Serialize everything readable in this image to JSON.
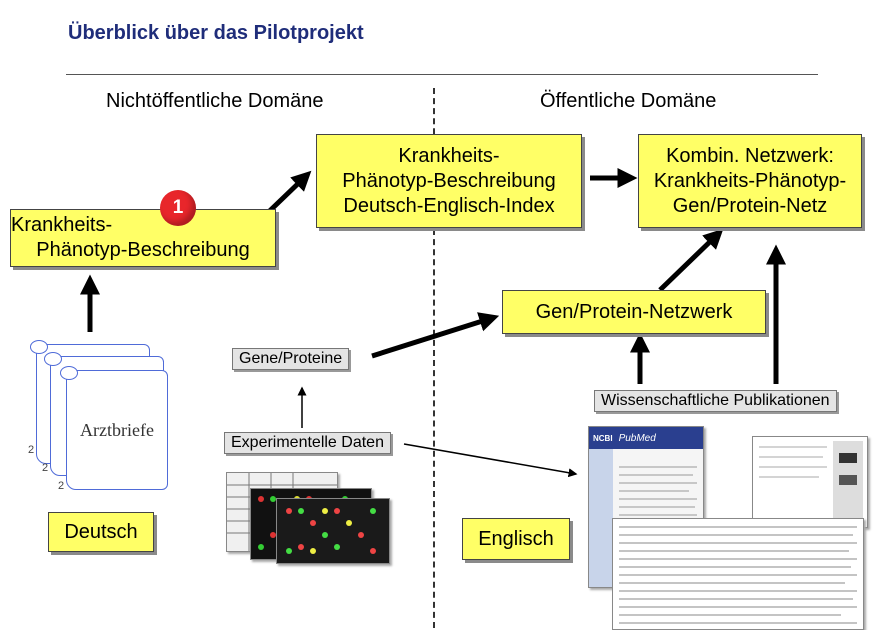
{
  "title": "Überblick über das Pilotprojekt",
  "domains": {
    "private": "Nichtöffentliche Domäne",
    "public": "Öffentliche Domäne"
  },
  "boxes": {
    "phenotype_description": [
      "Krankheits-",
      "Phänotyp-Beschreibung"
    ],
    "index": [
      "Krankheits-",
      "Phänotyp-Beschreibung",
      "Deutsch-Englisch-Index"
    ],
    "combined_network": [
      "Kombin. Netzwerk:",
      "Krankheits-Phänotyp-",
      "Gen/Protein-Netz"
    ],
    "gene_protein_network": "Gen/Protein-Netzwerk",
    "language_de": "Deutsch",
    "language_en": "Englisch"
  },
  "badge": "1",
  "labels": {
    "genes_proteins": "Gene/Proteine",
    "experimental_data": "Experimentelle Daten",
    "publications": "Wissenschaftliche Publikationen",
    "letters": "Arztbriefe",
    "page_markers": [
      "2",
      "2",
      "2"
    ]
  },
  "pubmed": {
    "logo": "PubMed",
    "site": "NCBI"
  },
  "colors": {
    "title": "#1f2d7a",
    "box_fill": "#ffff66",
    "badge": "#e8262b",
    "scroll_outline": "#4f6bd8"
  }
}
